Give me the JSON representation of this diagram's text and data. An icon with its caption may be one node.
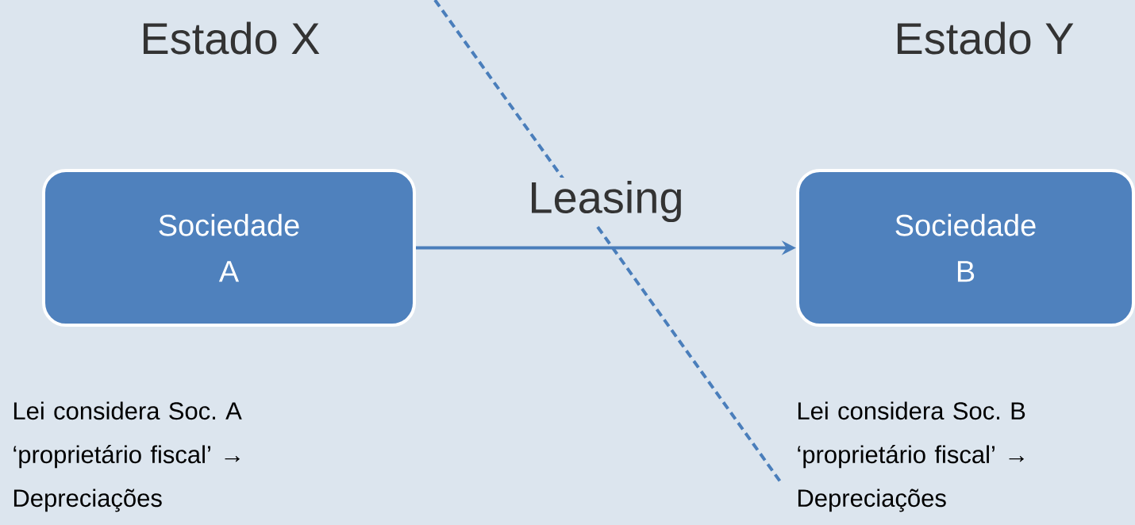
{
  "diagram": {
    "nodes": [
      {
        "text": [
          "Sociedade A"
        ],
        "beside": [
          "Lei considera Soc. A ‘proprietário fiscal’ → Depreciações"
        ]
      },
      {
        "text": [
          "Sociedade B"
        ],
        "beside": [
          "Lei considera Soc. B ‘proprietário fiscal’ → Depreciações"
        ]
      }
    ],
    "edges": [
      {
        "from": 0,
        "to": 1,
        "arrow": "to",
        "label": "Leasing"
      }
    ],
    "labels": [
      "Estado X",
      "Estado Y"
    ]
  }
}
